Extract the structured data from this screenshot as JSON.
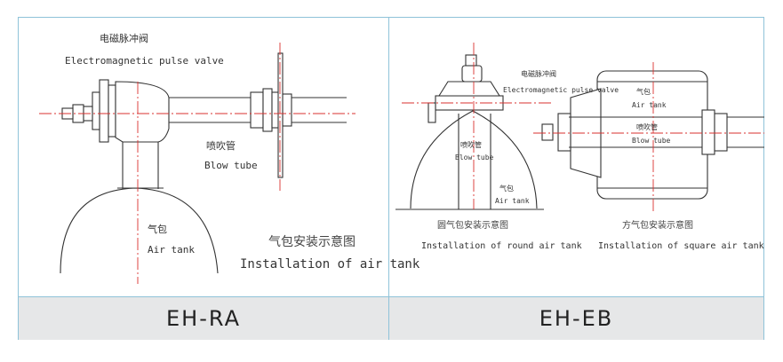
{
  "panels": [
    {
      "model": "EH-RA",
      "labels": {
        "valve_cn": "电磁脉冲阀",
        "valve_en": "Electromagnetic pulse valve",
        "blow_cn": "喷吹管",
        "blow_en": "Blow tube",
        "tank_cn": "气包",
        "tank_en": "Air tank",
        "caption_cn": "气包安装示意图",
        "caption_en": "Installation of air tank"
      }
    },
    {
      "model": "EH-EB",
      "labels": {
        "valve_cn": "电磁脉冲阀",
        "valve_en": "Electromagnetic pulse valve",
        "blow1_cn": "喷吹管",
        "blow1_en": "Blow tube",
        "tank1_cn": "气包",
        "tank1_en": "Air tank",
        "tank2_cn": "气包",
        "tank2_en": "Air tank",
        "blow2_cn": "喷吹管",
        "blow2_en": "Blow tube",
        "caption_round_cn": "圆气包安装示意图",
        "caption_round_en": "Installation of round air tank",
        "caption_square_cn": "方气包安装示意图",
        "caption_square_en": "Installation of square air tank"
      }
    }
  ]
}
